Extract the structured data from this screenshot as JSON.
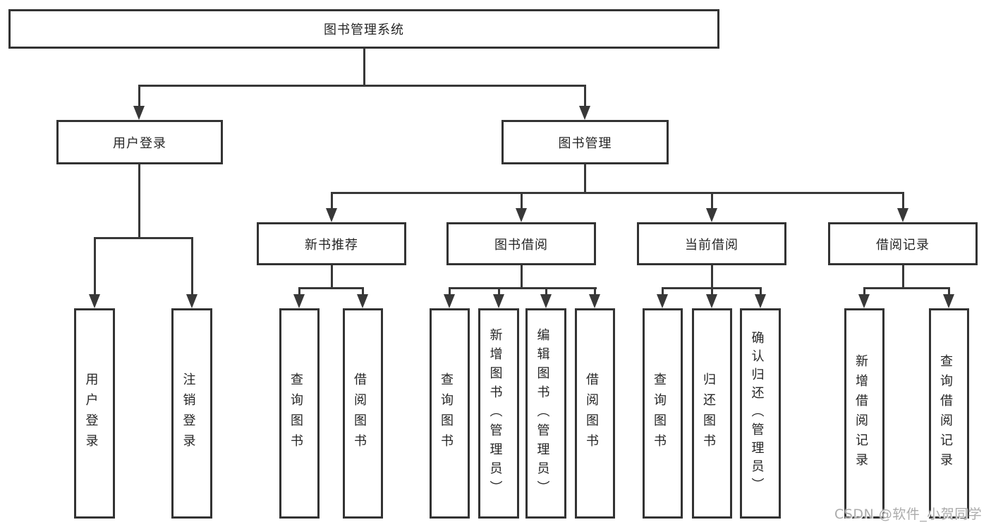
{
  "diagram": {
    "type": "hierarchy-tree",
    "title": "图书管理系统",
    "watermark": "CSDN @软件_小贺同学",
    "colors": {
      "background": "#ffffff",
      "line": "#383838",
      "box_border": "#333333",
      "text": "#262626",
      "watermark_text": "#ababab"
    },
    "tree": {
      "label": "图书管理系统",
      "children": [
        {
          "label": "用户登录",
          "children": [
            {
              "label": "用户登录"
            },
            {
              "label": "注销登录"
            }
          ]
        },
        {
          "label": "图书管理",
          "children": [
            {
              "label": "新书推荐",
              "children": [
                {
                  "label": "查询图书"
                },
                {
                  "label": "借阅图书"
                }
              ]
            },
            {
              "label": "图书借阅",
              "children": [
                {
                  "label": "查询图书"
                },
                {
                  "label": "新增图书（管理员）"
                },
                {
                  "label": "编辑图书（管理员）"
                },
                {
                  "label": "借阅图书"
                }
              ]
            },
            {
              "label": "当前借阅",
              "children": [
                {
                  "label": "查询图书"
                },
                {
                  "label": "归还图书"
                },
                {
                  "label": "确认归还（管理员）"
                }
              ]
            },
            {
              "label": "借阅记录",
              "children": [
                {
                  "label": "新增借阅记录"
                },
                {
                  "label": "查询借阅记录"
                }
              ]
            }
          ]
        }
      ]
    }
  }
}
